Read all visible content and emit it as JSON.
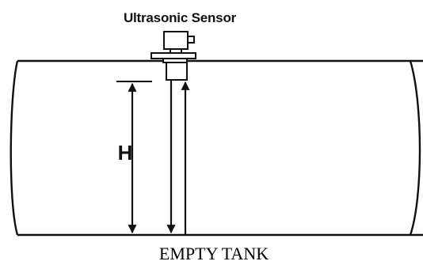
{
  "diagram": {
    "sensor_label": "Ultrasonic Sensor",
    "height_label": "H",
    "caption": "EMPTY TANK"
  },
  "colors": {
    "line": "#111111",
    "background": "#ffffff"
  }
}
